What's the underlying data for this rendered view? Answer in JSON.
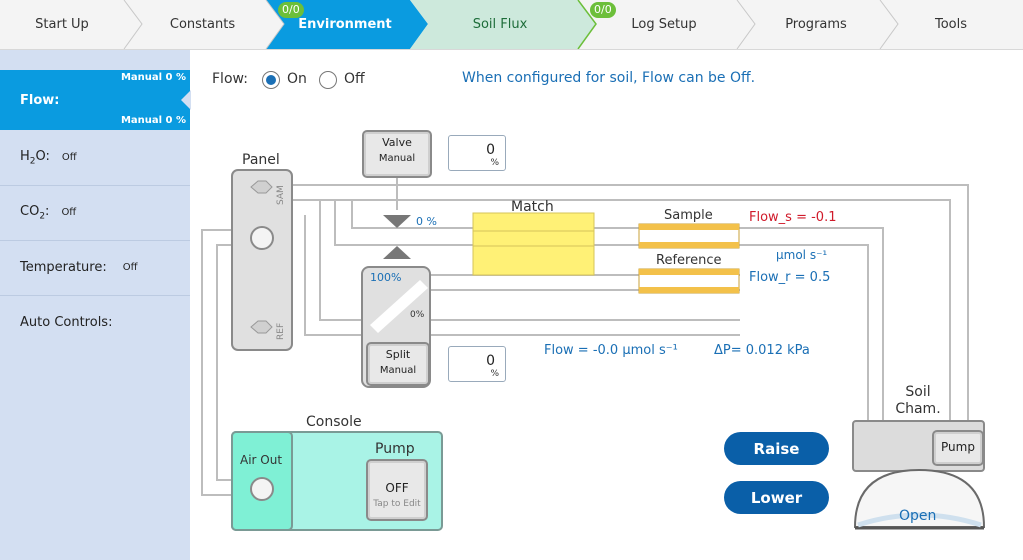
{
  "tabs": [
    {
      "label": "Start Up"
    },
    {
      "label": "Constants"
    },
    {
      "label": "Environment",
      "badge": "0/0"
    },
    {
      "label": "Soil Flux"
    },
    {
      "label": "Log Setup",
      "badge": "0/0"
    },
    {
      "label": "Programs"
    },
    {
      "label": "Tools"
    }
  ],
  "sidebar": {
    "flow": {
      "label": "Flow:",
      "manual_top": "Manual 0 %",
      "manual_bottom": "Manual 0 %"
    },
    "h2o": {
      "label_main": "H",
      "label_sub": "2",
      "label_end": "O:",
      "value": "Off"
    },
    "co2": {
      "label_main": "CO",
      "label_sub": "2",
      "label_end": ":",
      "value": "Off"
    },
    "temperature": {
      "label": "Temperature:",
      "value": "Off"
    },
    "auto": {
      "label": "Auto Controls:"
    }
  },
  "flow_control": {
    "label": "Flow:",
    "on": "On",
    "off": "Off",
    "note": "When configured for soil, Flow can be Off."
  },
  "diagram": {
    "panel": "Panel",
    "sam": "SAM",
    "ref": "REF",
    "valve": {
      "label": "Valve",
      "mode": "Manual",
      "value": "0",
      "unit": "%"
    },
    "valve_pct": "0 %",
    "match": "Match",
    "sample": "Sample",
    "reference": "Reference",
    "flow_s": "Flow_s = -0.1",
    "flow_unit": "µmol s⁻¹",
    "flow_r": "Flow_r = 0.5",
    "split_top_pct": "100%",
    "split_mid_pct": "0%",
    "split": {
      "label": "Split",
      "mode": "Manual",
      "value": "0",
      "unit": "%"
    },
    "flow_total": "Flow = -0.0 µmol s⁻¹",
    "delta_p": "ΔP= 0.012 kPa",
    "console": "Console",
    "air_out": "Air Out",
    "pump_title": "Pump",
    "pump_state": "OFF",
    "pump_hint": "Tap to Edit",
    "soil_chamber": "Soil\nCham.",
    "soil_chamber_l1": "Soil",
    "soil_chamber_l2": "Cham.",
    "chamber_pump": "Pump",
    "chamber_state": "Open"
  },
  "buttons": {
    "raise": "Raise",
    "lower": "Lower"
  },
  "colors": {
    "accent": "#0a9be0",
    "active_tab": "#0a9be0",
    "soil_tab": "#cde9dc",
    "badge": "#6cbf3a",
    "button": "#0a5fa8"
  }
}
